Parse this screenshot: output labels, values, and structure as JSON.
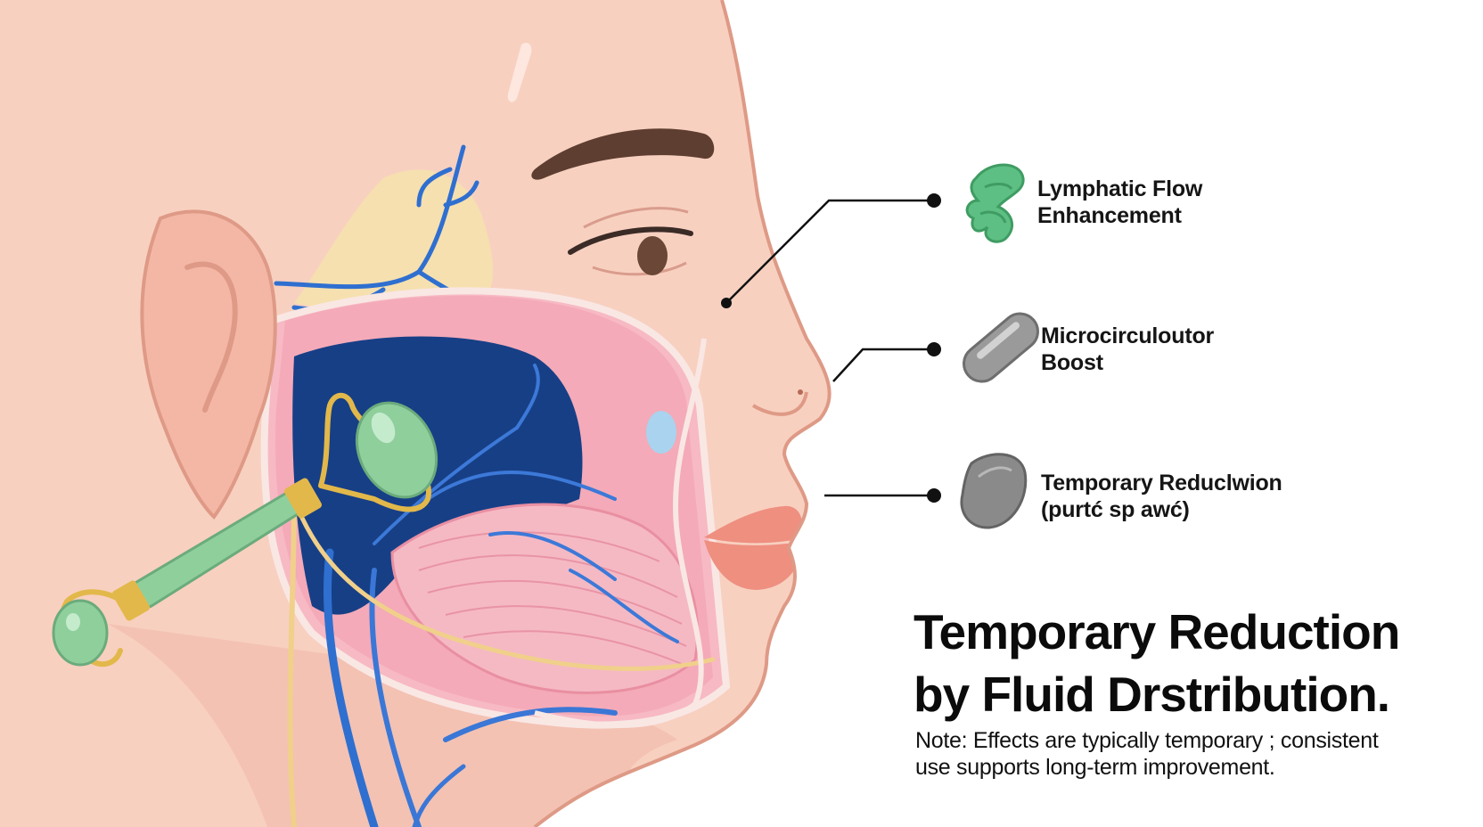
{
  "callouts": [
    {
      "icon": "lymph-node-icon",
      "lines": [
        "Lymphatic Flow",
        "Enhancement"
      ],
      "color": "#5dbf84"
    },
    {
      "icon": "capsule-icon",
      "lines": [
        "Microcirculoutor",
        "Boost"
      ],
      "color": "#9a9a9a"
    },
    {
      "icon": "pebble-icon",
      "lines": [
        "Temporary Reduclwion",
        "(purtć sp awć)"
      ],
      "color": "#8a8a8a"
    }
  ],
  "headline": {
    "line1": "Temporary Reduction",
    "line2": "by Fluid Drstribution."
  },
  "note": {
    "line1": "Note: Effects are typically temporary ; consistent",
    "line2": "use supports long-term improvement."
  },
  "colors": {
    "skin": "#f8d0c0",
    "skin_outline": "#de9a86",
    "hair": "#5e3e31",
    "vein": "#2f6fd0",
    "cavity": "#173f86",
    "muscle": "#f1a8b6",
    "jade": "#8fcf9c",
    "gold": "#e2b84a"
  }
}
